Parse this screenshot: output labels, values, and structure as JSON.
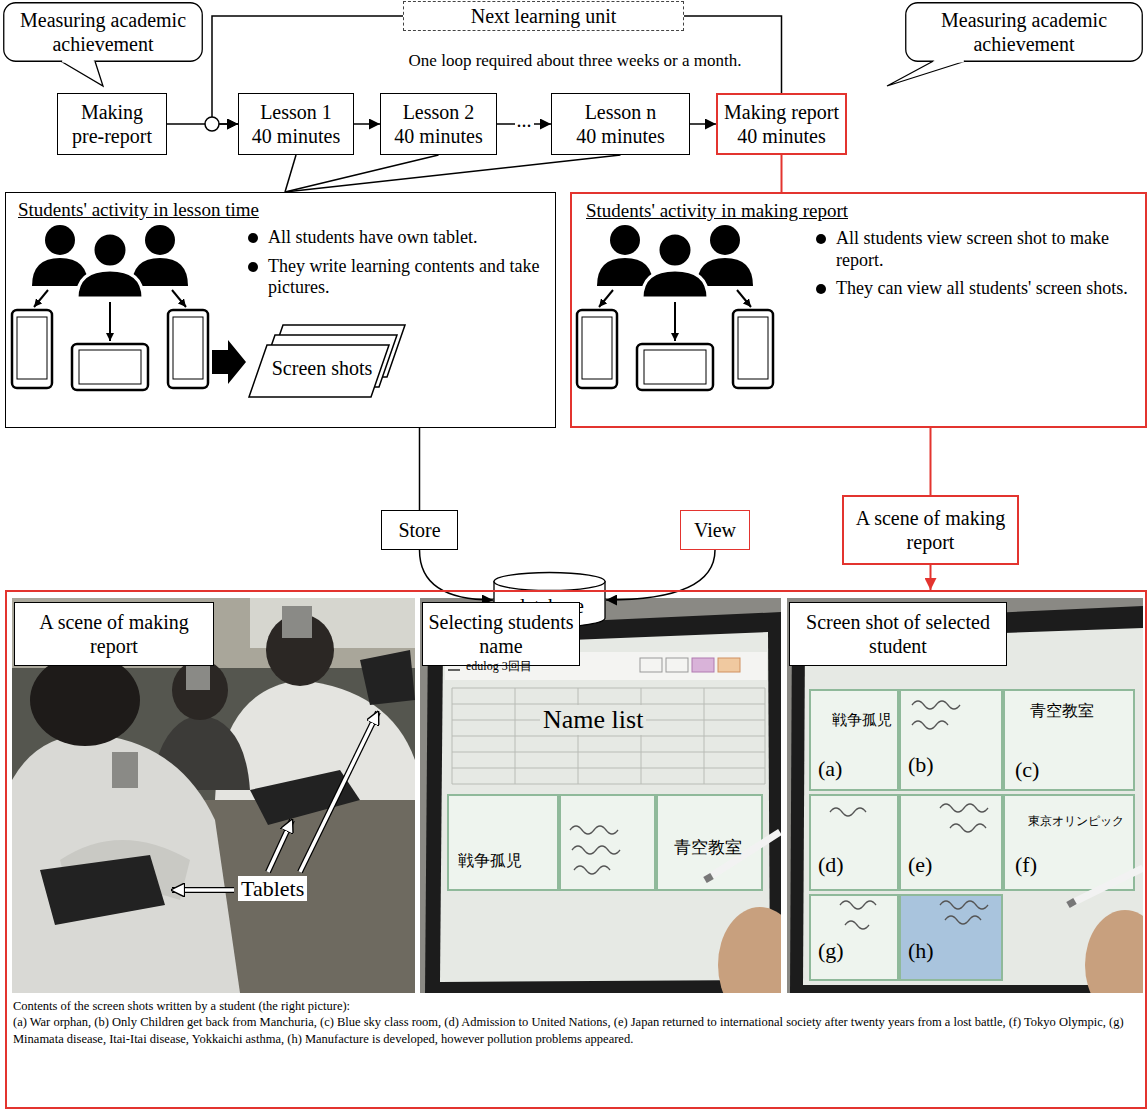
{
  "diagram": {
    "nodes": [
      {
        "text": [
          "Measuring academic achievement"
        ]
      },
      {
        "text": [
          "Next learning unit"
        ]
      },
      {
        "text": [
          "Measuring academic achievement"
        ]
      },
      {
        "text": [
          "Making pre-report"
        ]
      },
      {
        "text": [
          "Lesson 1",
          "40 minutes"
        ]
      },
      {
        "text": [
          "Lesson 2",
          "40 minutes"
        ]
      },
      {
        "text": [
          "Lesson n",
          "40 minutes"
        ]
      },
      {
        "text": [
          "Making report",
          "40 minutes"
        ]
      },
      {
        "text": [
          "Students' activity in lesson time",
          "All students have own tablet.",
          "They write learning contents and take pictures."
        ]
      },
      {
        "text": [
          "Screen shots"
        ],
        "in": 8
      },
      {
        "text": [
          "Students' activity in making report",
          "All students view screen shot to make report.",
          "They can view all students' screen shots."
        ]
      },
      {
        "text": [
          "A scene of making report"
        ]
      },
      {
        "text": [
          "Store"
        ]
      },
      {
        "text": [
          "View"
        ]
      },
      {
        "text": [
          "database"
        ]
      },
      {
        "text": [
          "Contents of the screen shots written by a student (the right picture):",
          "(a) War orphan, (b) Only Children get back from Manchuria, (c) Blue sky class room, (d) Admission to United Nations, (e) Japan returned to international society after twenty years from a lost battle, (f) Tokyo Olympic, (g) Minamata disease, Itai-Itai disease, Yokkaichi asthma, (h) Manufacture is developed, however pollution problems appeared."
        ]
      },
      {
        "text": [
          "A scene of making report"
        ],
        "in": 15
      },
      {
        "text": [
          "Selecting students name"
        ],
        "in": 15
      },
      {
        "text": [
          "Screen shot of selected student"
        ],
        "in": 15
      }
    ],
    "edges": [
      {
        "from": 3,
        "to": 4,
        "arrow": "to"
      },
      {
        "from": 1,
        "to": 4,
        "arrow": "to"
      },
      {
        "from": 7,
        "to": 1,
        "arrow": "none"
      },
      {
        "from": 4,
        "to": 5,
        "arrow": "to"
      },
      {
        "from": 5,
        "to": 6,
        "label": "...",
        "arrow": "to"
      },
      {
        "from": 6,
        "to": 7,
        "arrow": "to"
      },
      {
        "from": 4,
        "to": 8,
        "arrow": "none"
      },
      {
        "from": 5,
        "to": 8,
        "arrow": "none"
      },
      {
        "from": 6,
        "to": 8,
        "arrow": "none"
      },
      {
        "from": 7,
        "to": 10,
        "arrow": "none"
      },
      {
        "from": 8,
        "to": 12,
        "arrow": "none"
      },
      {
        "from": 12,
        "to": 14,
        "arrow": "to"
      },
      {
        "from": 13,
        "to": 14,
        "arrow": "to"
      },
      {
        "from": 10,
        "to": 11,
        "arrow": "none"
      },
      {
        "from": 11,
        "to": 15,
        "arrow": "to"
      }
    ],
    "labels": [
      "One loop required about three weeks or a month.",
      "Tablets",
      "edulog 3回目",
      "Name list",
      "戦争孤児",
      "青空教室",
      "(a)",
      "(b)",
      "(c)",
      "(d)",
      "(e)",
      "(f)",
      "(g)",
      "(h)",
      "戦争孤児",
      "青空教室",
      "東京オリンピック"
    ]
  }
}
